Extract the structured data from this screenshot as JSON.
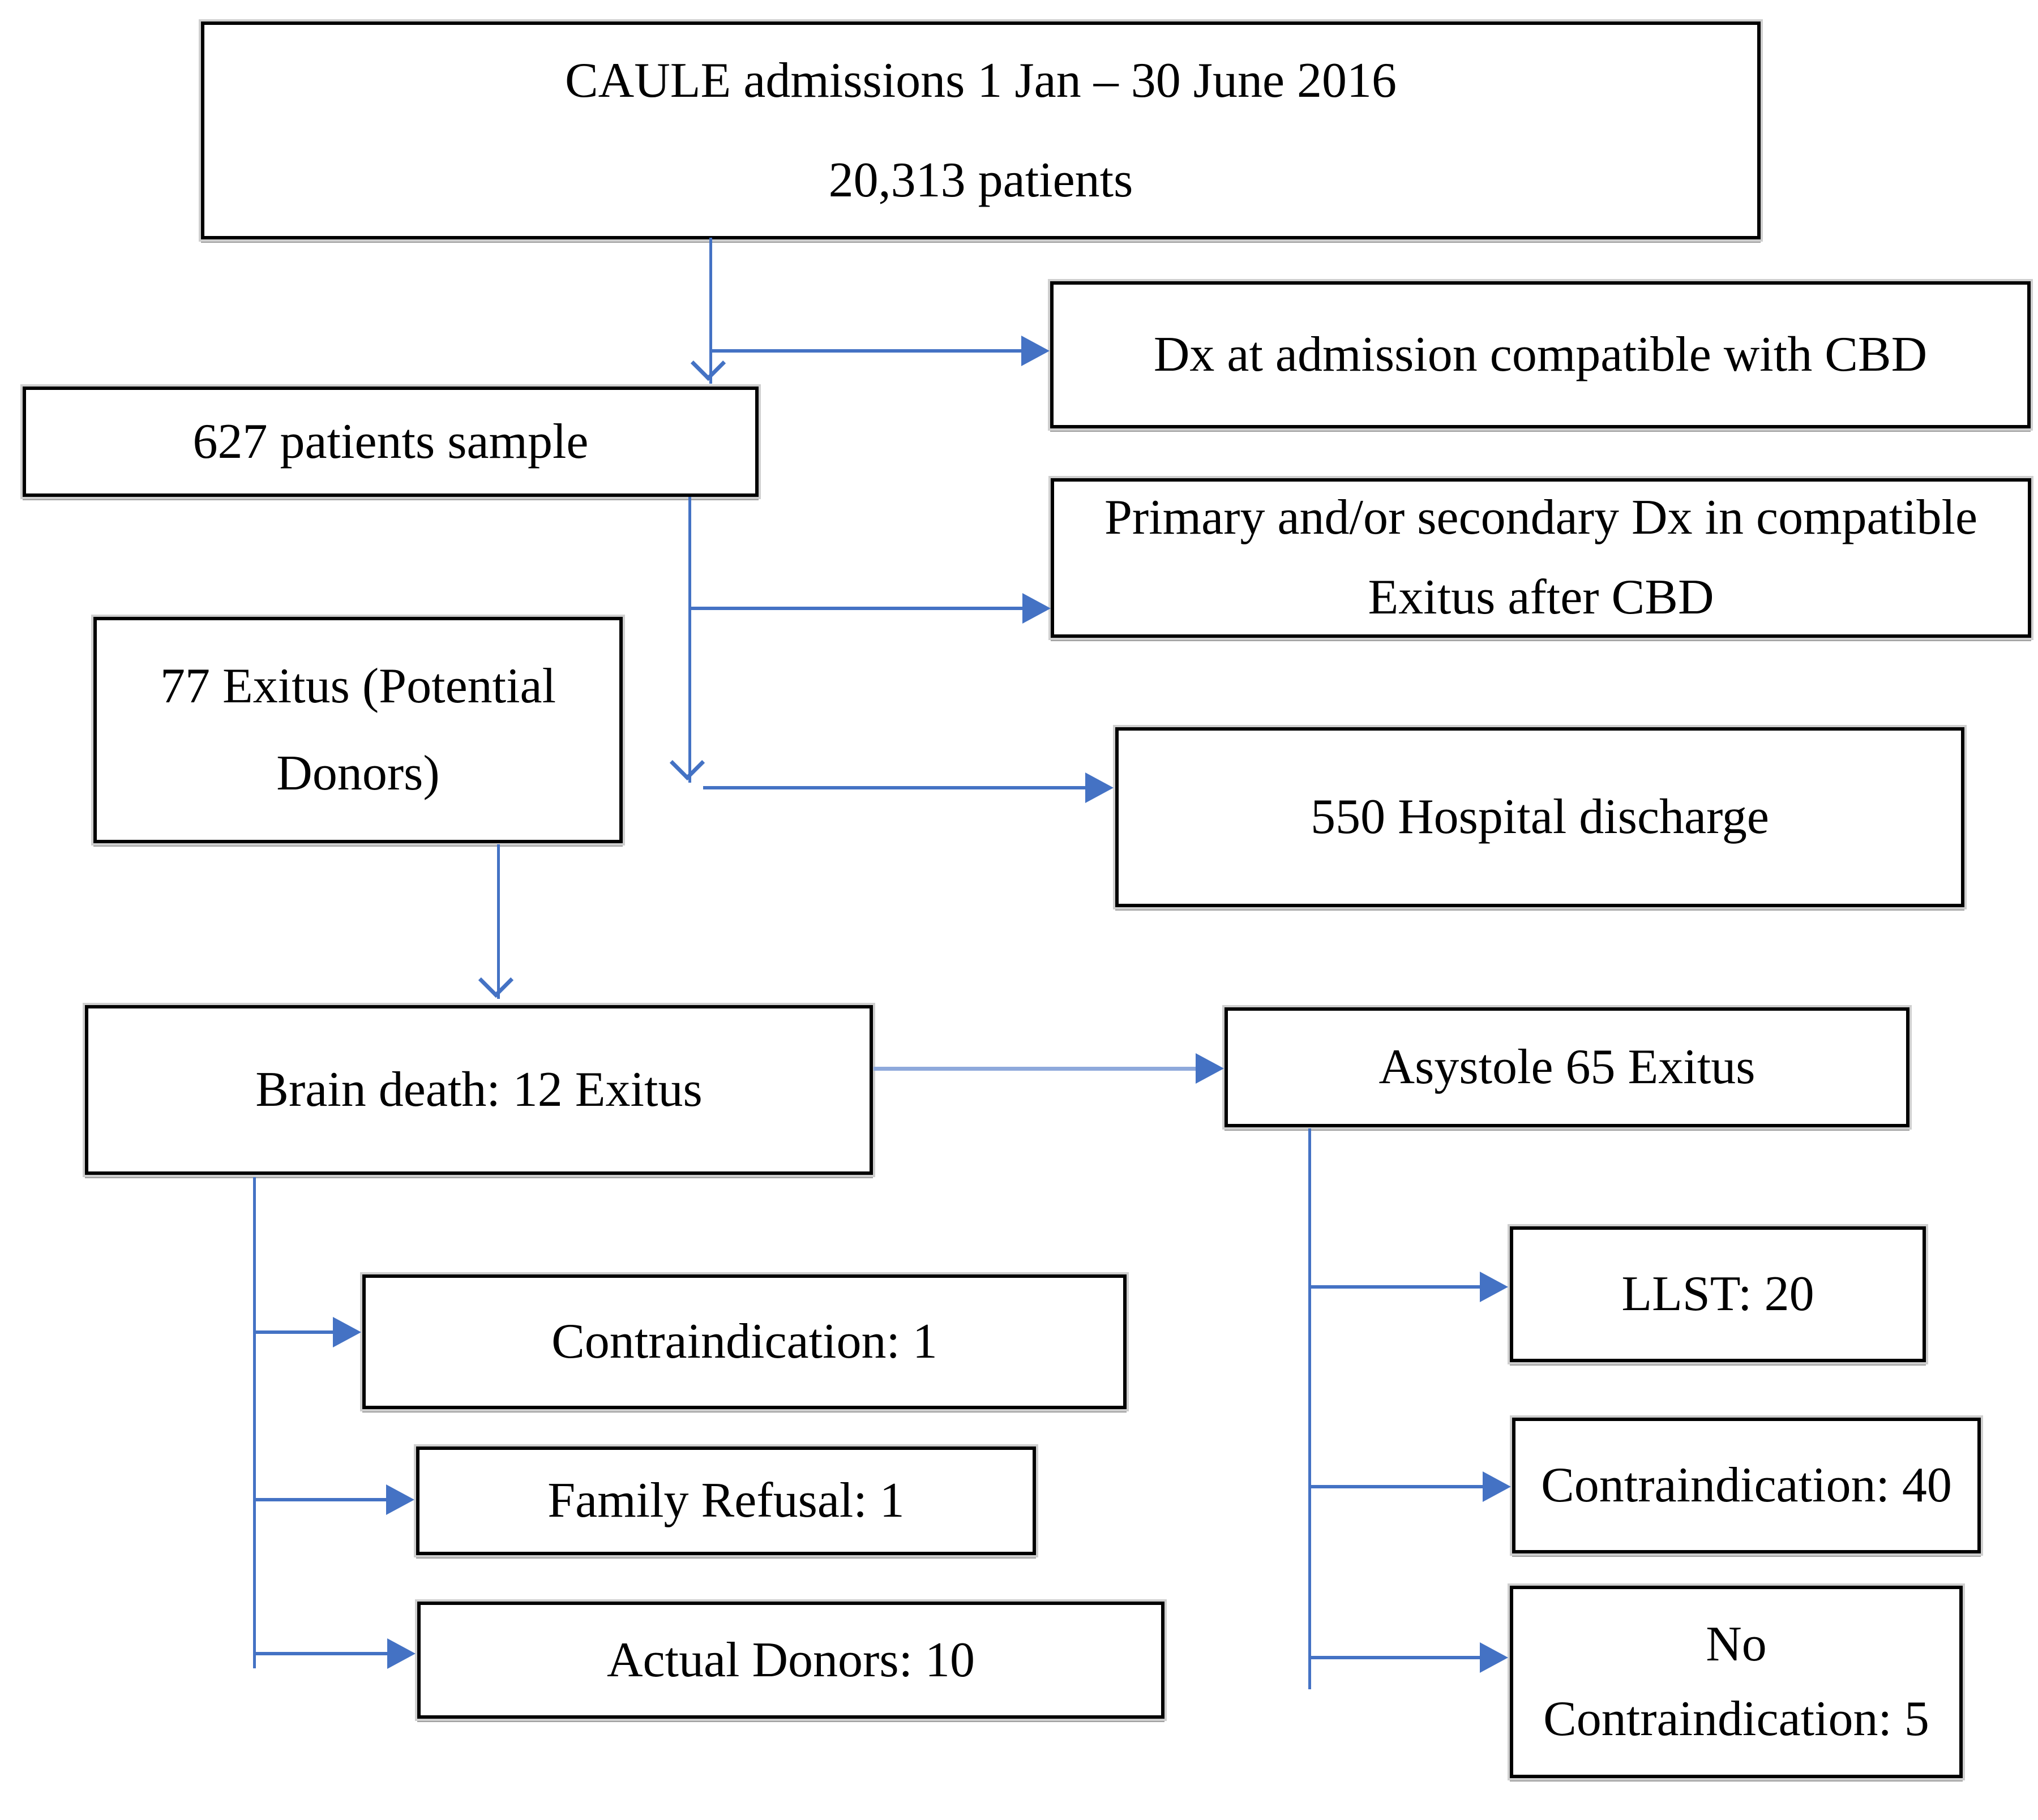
{
  "meta": {
    "accent": "#4472C4",
    "accent_light": "#8EA9DB",
    "border": "#000000",
    "background": "#FFFFFF"
  },
  "boxes": {
    "admissions": {
      "line1": "CAULE admissions 1 Jan – 30 June 2016",
      "line2": "20,313 patients"
    },
    "sample": {
      "line1": "627 patients sample"
    },
    "dx_admission": {
      "line1": "Dx at admission compatible with CBD"
    },
    "primary_secondary": {
      "line1": "Primary and/or secondary Dx in compatible",
      "line2": "Exitus after CBD"
    },
    "exitus_potential": {
      "line1": "77 Exitus (Potential",
      "line2": "Donors)"
    },
    "discharge": {
      "line1": "550 Hospital discharge"
    },
    "brain_death": {
      "line1": "Brain death: 12 Exitus"
    },
    "asystole": {
      "line1": "Asystole 65 Exitus"
    },
    "contraindication_bd": {
      "line1": "Contraindication: 1"
    },
    "family_refusal": {
      "line1": "Family Refusal: 1"
    },
    "actual_donors": {
      "line1": "Actual Donors: 10"
    },
    "llst": {
      "line1": "LLST: 20"
    },
    "contraindication_dcd": {
      "line1": "Contraindication: 40"
    },
    "no_contraindication": {
      "line1": "No",
      "line2": "Contraindication: 5"
    }
  }
}
